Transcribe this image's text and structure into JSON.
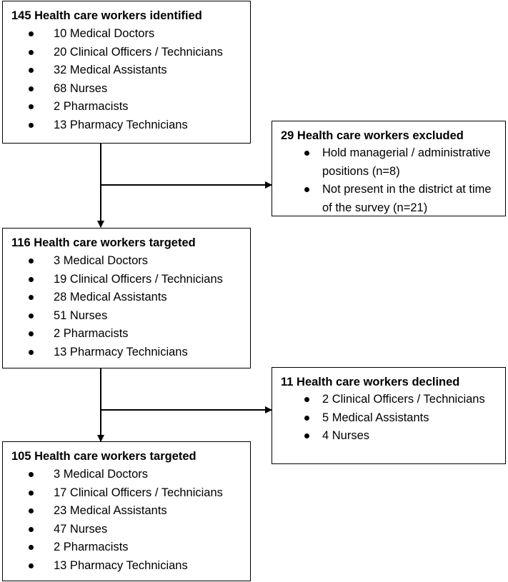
{
  "boxes": {
    "identified": {
      "title": "145 Health care workers identified",
      "items": [
        "10 Medical Doctors",
        "20 Clinical Officers / Technicians",
        "32 Medical Assistants",
        "68 Nurses",
        "2 Pharmacists",
        "13 Pharmacy Technicians"
      ]
    },
    "excluded": {
      "title": "29 Health care workers excluded",
      "items": [
        "Hold managerial / administrative positions (n=8)",
        "Not present in the district at time of the survey (n=21)"
      ]
    },
    "targeted": {
      "title": "116 Health care workers targeted",
      "items": [
        "3 Medical Doctors",
        "19 Clinical Officers / Technicians",
        "28 Medical Assistants",
        "51 Nurses",
        "2 Pharmacists",
        "13 Pharmacy Technicians"
      ]
    },
    "declined": {
      "title": "11 Health care workers declined",
      "items": [
        "2 Clinical Officers / Technicians",
        "5 Medical Assistants",
        "4 Nurses"
      ]
    },
    "final": {
      "title": "105 Health care workers targeted",
      "items": [
        "3 Medical Doctors",
        "17 Clinical Officers / Technicians",
        "23 Medical Assistants",
        "47 Nurses",
        "2 Pharmacists",
        "13 Pharmacy Technicians"
      ]
    }
  }
}
